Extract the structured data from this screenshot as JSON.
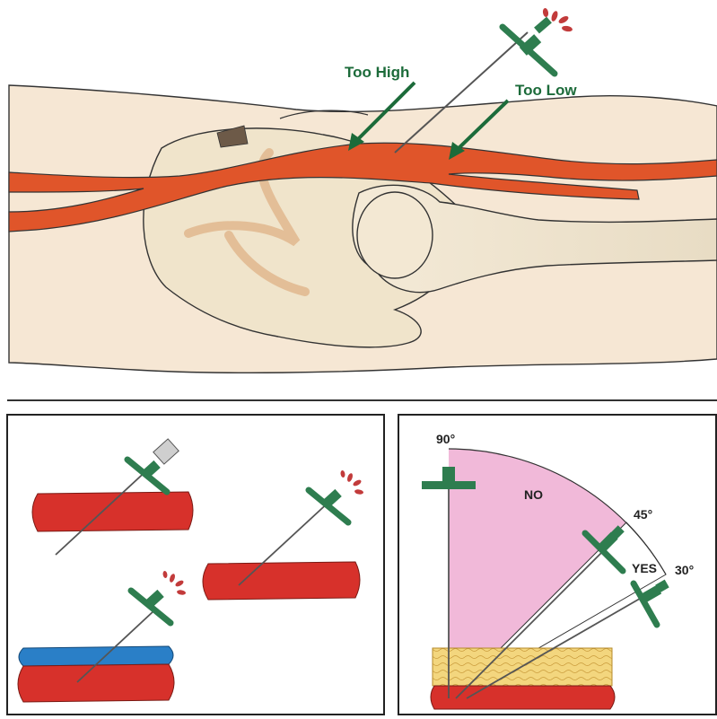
{
  "top_panel": {
    "label_high": "Too High",
    "label_low": "Too Low"
  },
  "angle_panel": {
    "angle_90": "90°",
    "angle_45": "45°",
    "angle_30": "30°",
    "zone_no": "NO",
    "zone_yes": "YES"
  },
  "colors": {
    "skin": "#f6e7d4",
    "artery": "#e0552a",
    "vessel_red": "#d7312b",
    "vein_blue": "#2a7fc7",
    "needle_hub": "#2e7d4f",
    "label_green": "#1c6b3a",
    "no_zone": "#f1b9d9",
    "fat_layer": "#f1d27a"
  }
}
